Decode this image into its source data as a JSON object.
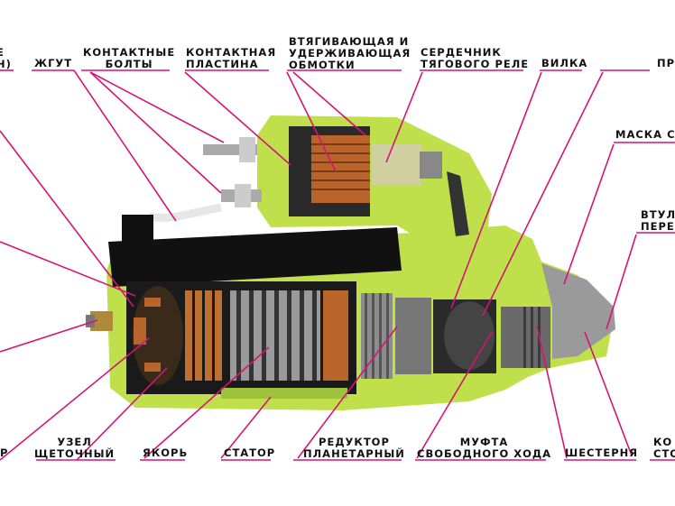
{
  "colors": {
    "leader": "#d4147a",
    "housing": "#bfe04a",
    "metal": "#8a8a8a",
    "copper": "#b8642a"
  },
  "labels": {
    "l_mounting": "Е\nН)",
    "zhgut": "ЖГУТ",
    "kontaktnye_bolty": "КОНТАКТНЫЕ\nБОЛТЫ",
    "kontaktnaya_plastina": "КОНТАКТНАЯ\nПЛАСТИНА",
    "obmotki": "ВТЯГИВАЮЩАЯ И\nУДЕРЖИВАЮЩАЯ\nОБМОТКИ",
    "serdechnik": "СЕРДЕЧНИК\nТЯГОВОГО РЕЛЕ",
    "vilka": "ВИЛКА",
    "pr": "ПР",
    "maska": "МАСКА СТ",
    "vtulka": "ВТУЛ\nПЕРЕД",
    "r_left": "Р",
    "uzel": "УЗЕЛ\nЩЕТОЧНЫЙ",
    "yakor": "ЯКОРЬ",
    "stator": "СТАТОР",
    "reduktor": "РЕДУКТОР\nПЛАНЕТАРНЫЙ",
    "mufta": "МУФТА\nСВОБОДНОГО ХОДА",
    "shesternya": "ШЕСТЕРНЯ",
    "ko": "КО\nСТО"
  }
}
